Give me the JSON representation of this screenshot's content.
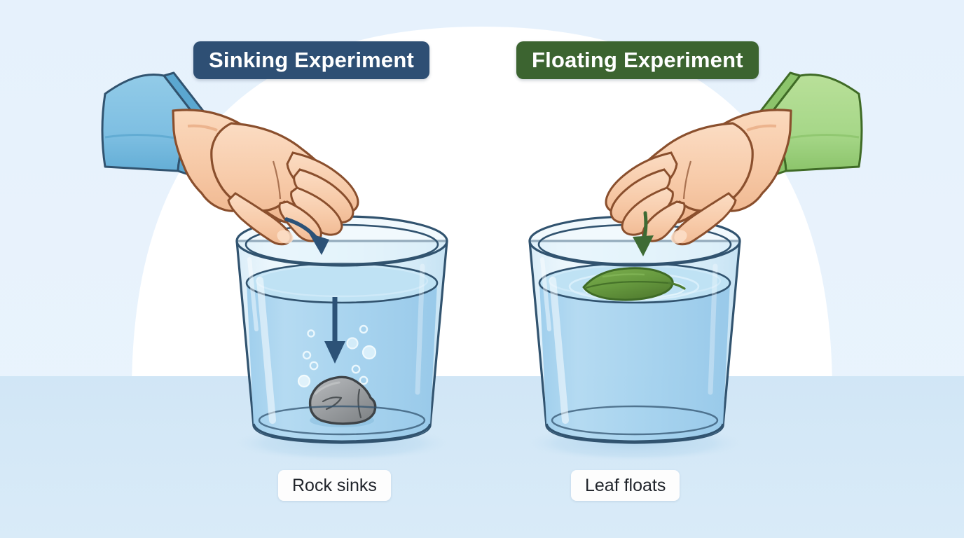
{
  "scene": {
    "title_left": "Sinking Experiment",
    "title_right": "Floating Experiment",
    "caption_left": "Rock sinks",
    "caption_right": "Leaf floats",
    "colors": {
      "background_top": "#e8f2fc",
      "background_arch": "#ffffff",
      "table_surface": "#d3e7f6",
      "badge_sinking": "#2e4f74",
      "badge_floating": "#3c6430",
      "badge_text": "#ffffff",
      "caption_background": "#fdfdfd",
      "caption_text": "#20242b",
      "glass_outline": "#31536f",
      "glass_body": "#ddeef9",
      "water_fill": "#a7d3ef",
      "water_surface": "#bfe0f3",
      "skin": "#f5c6a5",
      "skin_shadow": "#e8a97f",
      "skin_outline": "#8a4f2d",
      "sleeve_blue": "#7cc0e4",
      "sleeve_blue_dark": "#5ba7d0",
      "sleeve_green": "#a9d98a",
      "sleeve_green_dark": "#8ec46a",
      "arrow_blue": "#2c5277",
      "arrow_green": "#3e6b34",
      "rock_fill": "#9b9ea1",
      "rock_outline": "#3e4347",
      "leaf_fill": "#679a3f",
      "leaf_outline": "#3f6b26",
      "bubble_stroke": "#e9f6fd"
    }
  },
  "panels": [
    {
      "id": "sinking",
      "title": "Sinking Experiment",
      "caption": "Rock sinks",
      "object": "rock",
      "object_state": "sunk-to-bottom",
      "sleeve_color": "blue",
      "arrow_color": "#2c5277",
      "bubbles": 9
    },
    {
      "id": "floating",
      "title": "Floating Experiment",
      "caption": "Leaf floats",
      "object": "leaf",
      "object_state": "floating-on-surface",
      "sleeve_color": "green",
      "arrow_color": "#3e6b34",
      "bubbles": 0
    }
  ],
  "icons": {
    "arrow_down_left": "down-arrow-icon",
    "arrow_down_right": "down-arrow-icon",
    "rock": "rock-icon",
    "leaf": "leaf-icon",
    "hand_left": "hand-icon",
    "hand_right": "hand-icon",
    "glass_left": "glass-of-water-icon",
    "glass_right": "glass-of-water-icon"
  }
}
